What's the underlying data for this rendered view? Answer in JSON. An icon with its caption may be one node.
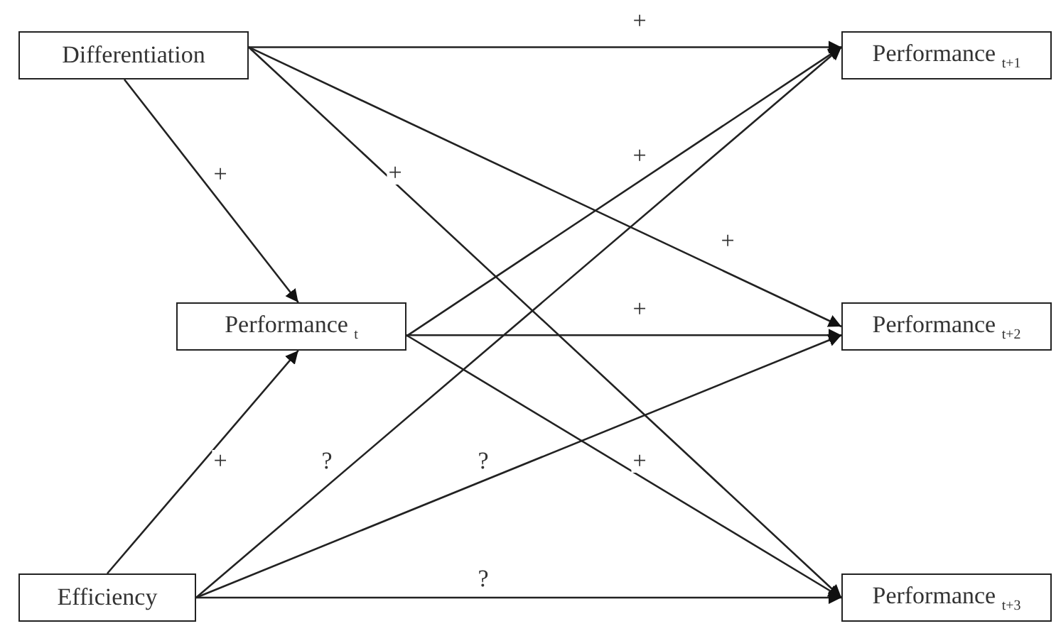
{
  "diagram": {
    "nodes": [
      {
        "text": [
          "Differentiation"
        ]
      },
      {
        "text": [
          "Performance $_{t}$"
        ]
      },
      {
        "text": [
          "Efficiency"
        ]
      },
      {
        "text": [
          "Performance $_{t+1}$"
        ]
      },
      {
        "text": [
          "Performance $_{t+2}$"
        ]
      },
      {
        "text": [
          "Performance $_{t+3}$"
        ]
      }
    ],
    "edges": [
      {
        "from": 0,
        "to": 3,
        "arrow": "to",
        "label": "+"
      },
      {
        "from": 0,
        "to": 1,
        "arrow": "to",
        "label": "+"
      },
      {
        "from": 0,
        "to": 4,
        "arrow": "to",
        "label": "+"
      },
      {
        "from": 0,
        "to": 5,
        "arrow": "to",
        "label": "+"
      },
      {
        "from": 1,
        "to": 3,
        "arrow": "to",
        "label": "+"
      },
      {
        "from": 1,
        "to": 4,
        "arrow": "to",
        "label": "+"
      },
      {
        "from": 1,
        "to": 5,
        "arrow": "to",
        "label": "+"
      },
      {
        "from": 2,
        "to": 1,
        "arrow": "to",
        "label": "+"
      },
      {
        "from": 2,
        "to": 3,
        "arrow": "to",
        "label": "?"
      },
      {
        "from": 2,
        "to": 4,
        "arrow": "to",
        "label": "?"
      },
      {
        "from": 2,
        "to": 5,
        "arrow": "to",
        "label": "?"
      }
    ]
  }
}
